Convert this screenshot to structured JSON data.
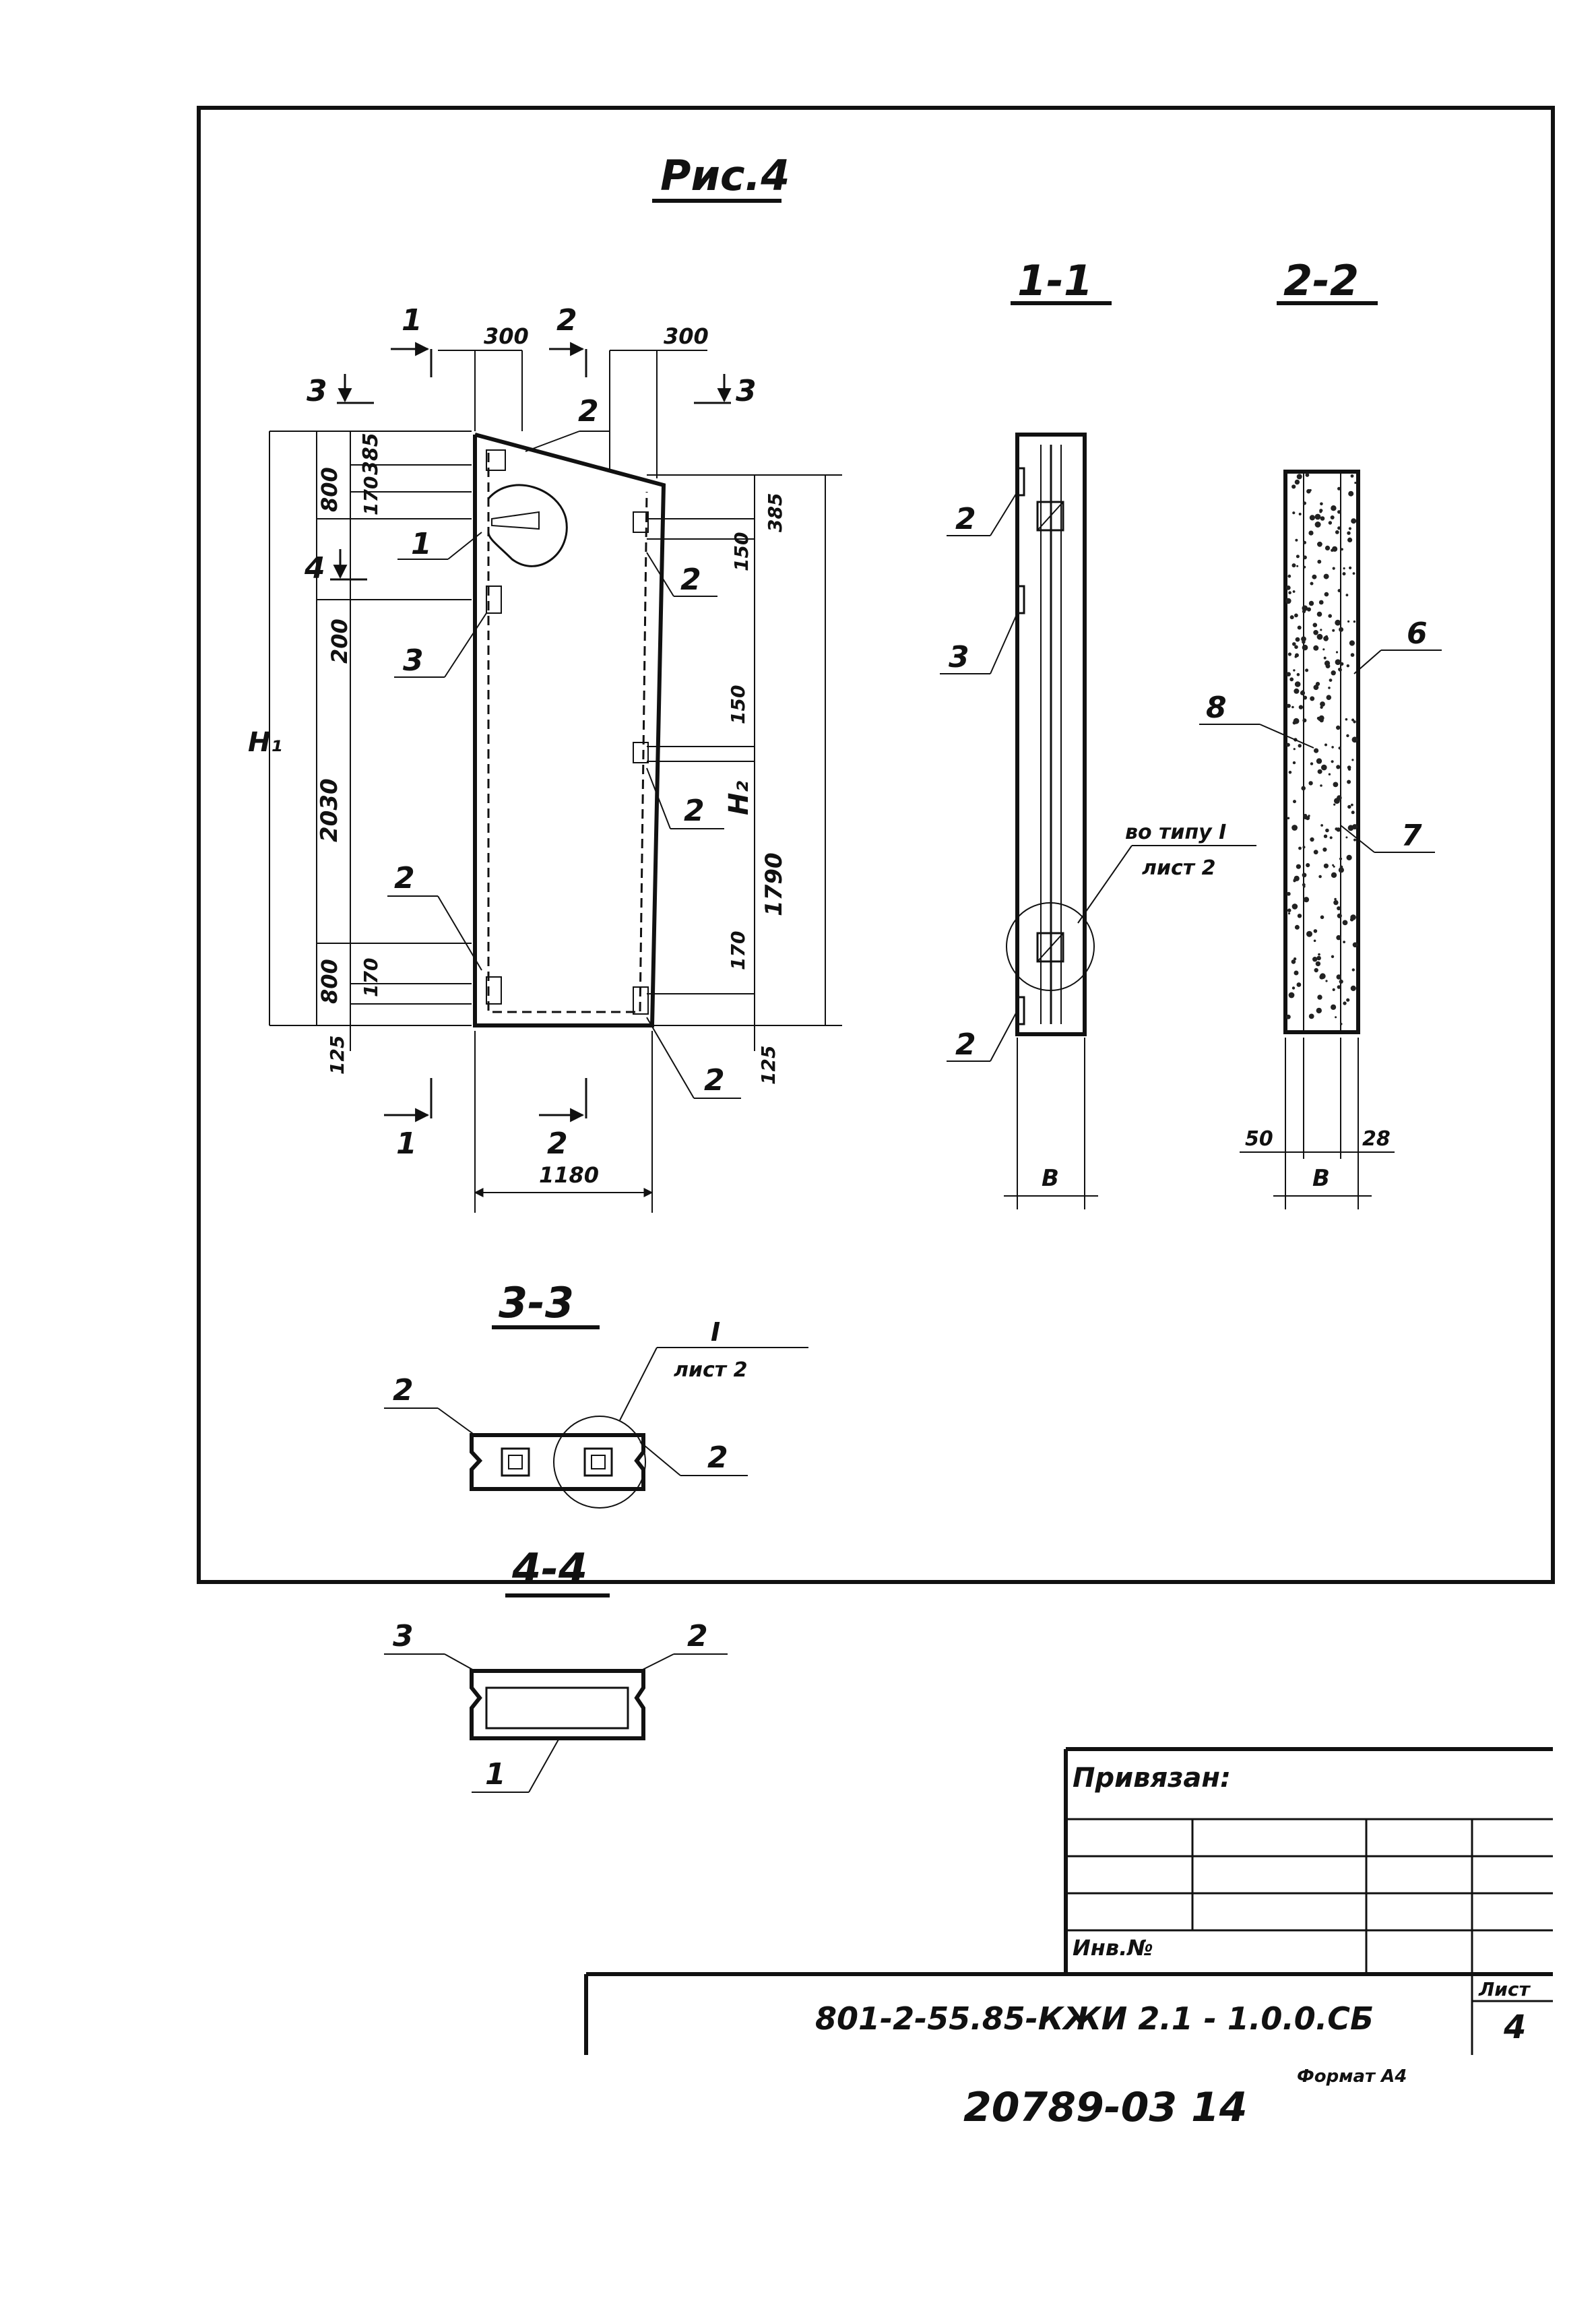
{
  "figure": {
    "title": "Рис.4",
    "sections": [
      "1-1",
      "2-2",
      "3-3",
      "4-4"
    ]
  },
  "elevation": {
    "cut_marks": {
      "c1": "1",
      "c2": "2",
      "c3": "3",
      "c4": "4"
    },
    "dims": {
      "top_left": "300",
      "top_right": "300",
      "left_800_top": "800",
      "left_385": "385",
      "left_170_top": "170",
      "left_200": "200",
      "left_2030": "2030",
      "left_800_bottom": "800",
      "left_170_bottom": "170",
      "left_125": "125",
      "h1": "H₁",
      "right_385": "385",
      "right_150_top": "150",
      "right_150_mid": "150",
      "h2": "H₂",
      "right_1790": "1790",
      "right_170": "170",
      "right_125": "125",
      "width_1180": "1180"
    },
    "callouts": {
      "top": "2",
      "part1": "1",
      "right_upper": "2",
      "part3": "3",
      "right_mid": "2",
      "left_lower": "2",
      "right_bottom": "2"
    }
  },
  "section_1_1": {
    "callouts": {
      "top": "2",
      "mid": "3",
      "bottom": "2"
    },
    "node_ref_line1": "во типу I",
    "node_ref_line2": "лист 2",
    "width_label": "В"
  },
  "section_2_2": {
    "callouts": {
      "six": "6",
      "eight": "8",
      "seven": "7"
    },
    "dim_50": "50",
    "dim_28": "28",
    "width_label": "В"
  },
  "section_3_3": {
    "node_ref_line1": "I",
    "node_ref_line2": "лист 2",
    "callouts": {
      "left": "2",
      "right": "2"
    }
  },
  "section_4_4": {
    "callouts": {
      "left": "3",
      "right": "2",
      "bottom": "1"
    }
  },
  "title_block": {
    "privyazan": "Привязан:",
    "inv_no": "Инв.№",
    "code": "801-2-55.85-КЖИ 2.1 - 1.0.0.СБ",
    "sheet_label": "Лист",
    "sheet_no": "4"
  },
  "footer": {
    "archive_no": "20789-03 14",
    "format": "Формат А4"
  }
}
